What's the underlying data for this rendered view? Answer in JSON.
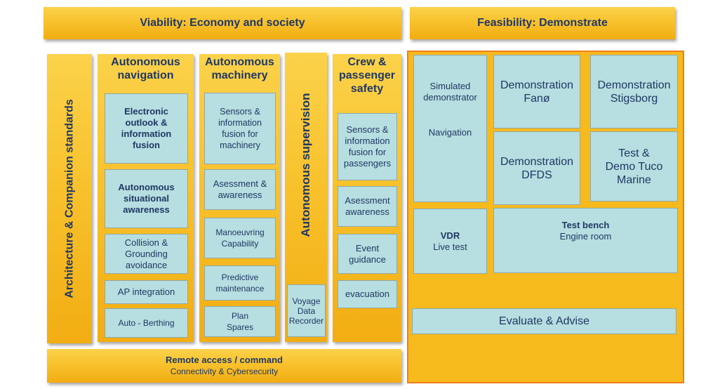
{
  "headers": {
    "viability": "Viability: Economy and society",
    "feasibility": "Feasibility: Demonstrate"
  },
  "architecture": "Architecture & Companion standards",
  "nav": {
    "title": "Autonomous navigation",
    "items": [
      "Electronic outlook & information fusion",
      "Autonomous situational awareness",
      "Collision & Grounding avoidance",
      "AP integration",
      "Auto - Berthing"
    ]
  },
  "machinery": {
    "title": "Autonomous machinery",
    "items": [
      "Sensors & information fusion for machinery",
      "Asessment & awareness",
      "Manoeuvring Capability",
      "Predictive maintenance",
      "Plan Spares"
    ]
  },
  "supervision": {
    "title": "Autonomous supervision",
    "vdr": "Voyage Data Recorder"
  },
  "crew": {
    "title": "Crew & passenger safety",
    "items": [
      "Sensors & information fusion for passengers",
      "Asessment awareness",
      "Event guidance",
      "evacuation"
    ]
  },
  "remote": {
    "title": "Remote access / command",
    "subtitle": "Connectivity & Cybersecurity"
  },
  "demo": {
    "simulated": "Simulated demonstrator",
    "navigation": "Navigation",
    "fano": "Demonstration Fanø",
    "stigsborg": "Demonstration Stigsborg",
    "dfds": "Demonstration DFDS",
    "tuco": "Test & Demo Tuco Marine",
    "vdr_title": "VDR",
    "vdr_sub": "Live test",
    "bench_title": "Test bench",
    "bench_sub": "Engine room",
    "evaluate": "Evaluate & Advise"
  }
}
